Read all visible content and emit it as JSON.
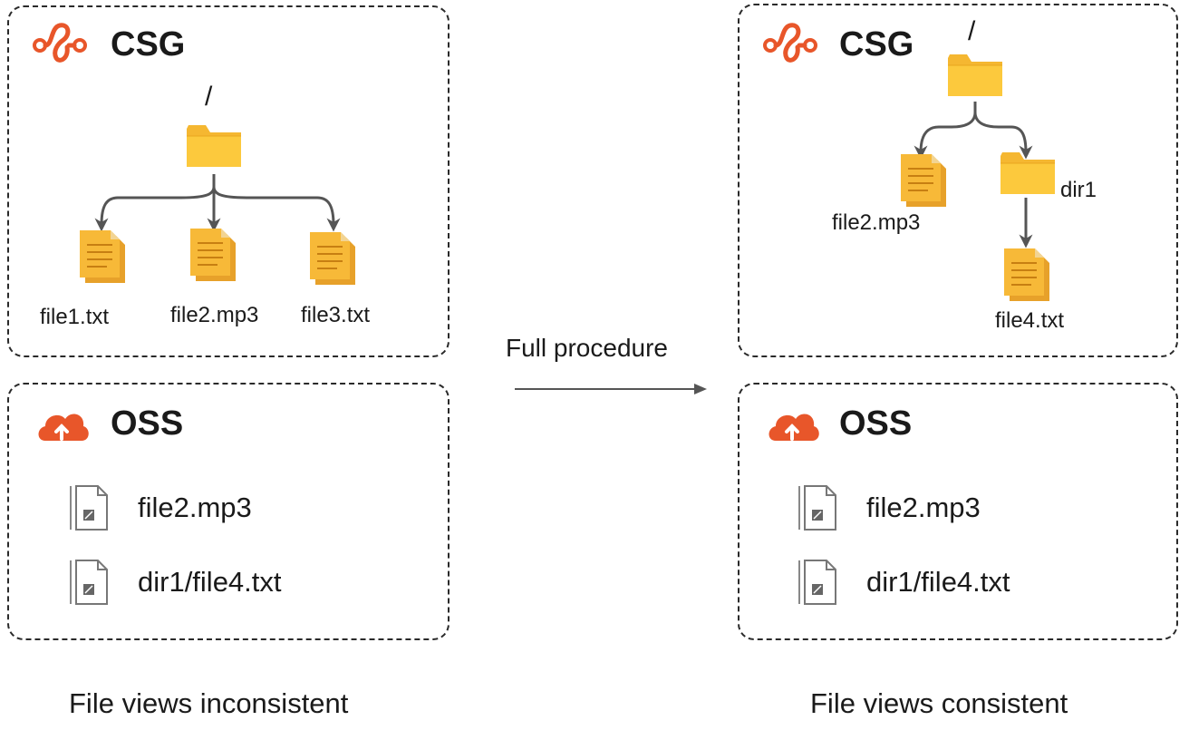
{
  "colors": {
    "brand_orange": "#e8562a",
    "folder": "#f5b731",
    "doc": "#f0a92c",
    "arrow": "#555555"
  },
  "left": {
    "csg": {
      "title": "CSG",
      "root_label": "/",
      "files": [
        "file1.txt",
        "file2.mp3",
        "file3.txt"
      ]
    },
    "oss": {
      "title": "OSS",
      "objects": [
        "file2.mp3",
        "dir1/file4.txt"
      ]
    },
    "caption": "File views inconsistent"
  },
  "middle": {
    "arrow_label": "Full procedure"
  },
  "right": {
    "csg": {
      "title": "CSG",
      "root_label": "/",
      "file": "file2.mp3",
      "dir": "dir1",
      "nested_file": "file4.txt"
    },
    "oss": {
      "title": "OSS",
      "objects": [
        "file2.mp3",
        "dir1/file4.txt"
      ]
    },
    "caption": "File views consistent"
  },
  "icons": {
    "csg_logo": "csg-logo-icon",
    "oss_logo": "oss-cloud-icon",
    "folder": "folder-icon",
    "document": "document-icon",
    "object": "object-file-icon"
  }
}
